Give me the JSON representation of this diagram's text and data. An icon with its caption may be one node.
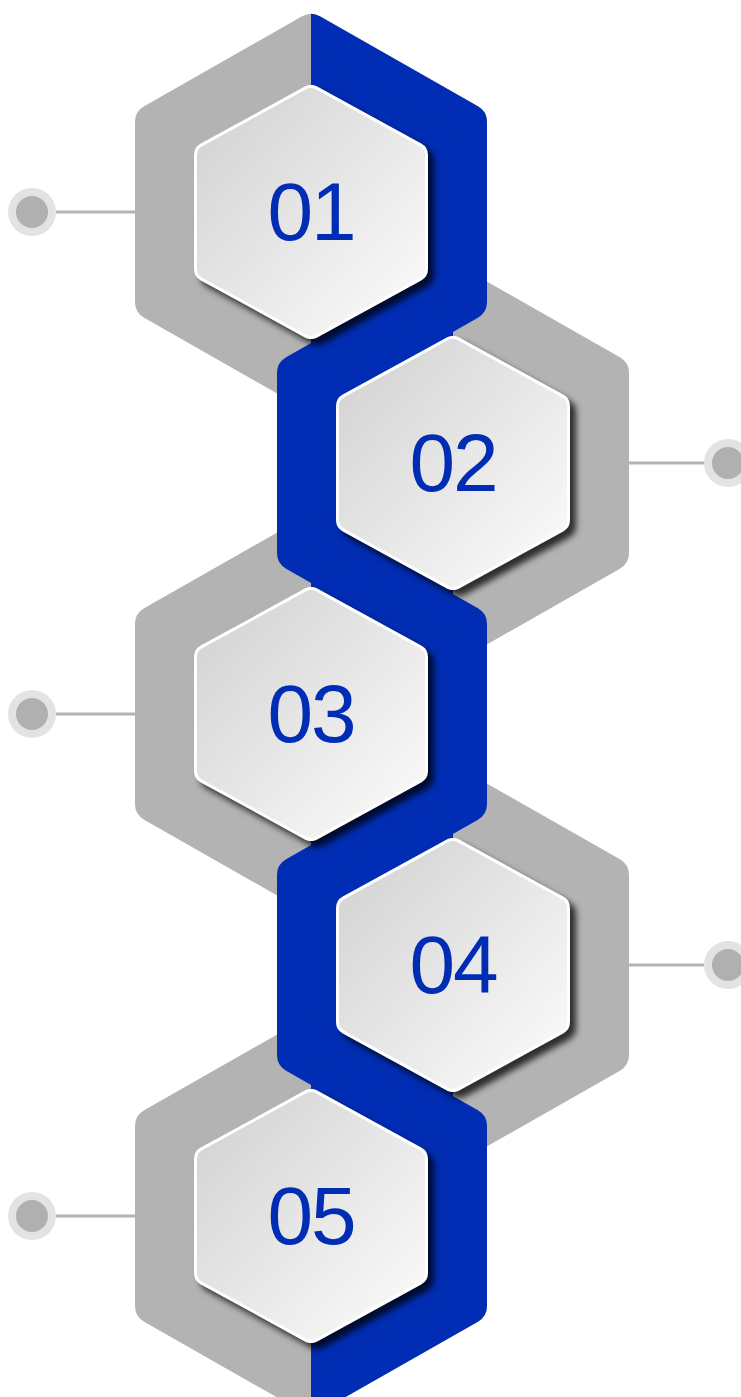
{
  "diagram": {
    "nodes": [
      {
        "text": [
          "01"
        ]
      },
      {
        "text": [
          "02"
        ]
      },
      {
        "text": [
          "03"
        ]
      },
      {
        "text": [
          "04"
        ]
      },
      {
        "text": [
          "05"
        ]
      },
      {
        "text": [],
        "shape": "circle"
      },
      {
        "text": [],
        "shape": "circle"
      },
      {
        "text": [],
        "shape": "circle"
      },
      {
        "text": [],
        "shape": "circle"
      },
      {
        "text": [],
        "shape": "circle"
      }
    ],
    "edges": [
      {
        "from": 5,
        "to": 0,
        "arrow": "none"
      },
      {
        "from": 6,
        "to": 1,
        "arrow": "none"
      },
      {
        "from": 7,
        "to": 2,
        "arrow": "none"
      },
      {
        "from": 8,
        "to": 3,
        "arrow": "none"
      },
      {
        "from": 9,
        "to": 4,
        "arrow": "none"
      }
    ]
  }
}
